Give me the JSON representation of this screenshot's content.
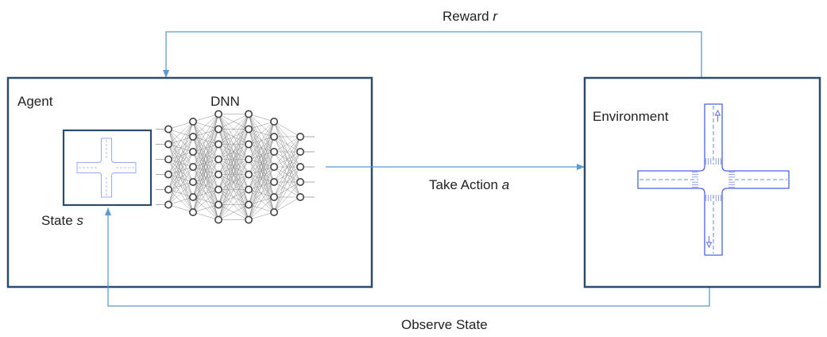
{
  "colors": {
    "box_border": "#2f4b6a",
    "arrow": "#5b9bd5",
    "road": "#4a63e0",
    "road_light": "#9aa9ef",
    "nn_line": "#8a8a8a",
    "nn_node": "#444444",
    "text": "#222222"
  },
  "labels": {
    "reward": "Reward",
    "reward_var": "r",
    "agent": "Agent",
    "dnn": "DNN",
    "environment": "Environment",
    "take_action": "Take Action",
    "action_var": "a",
    "state": "State",
    "state_var": "s",
    "observe_state": "Observe State"
  },
  "neural_network": {
    "layer_sizes": [
      6,
      7,
      8,
      8,
      7,
      5
    ]
  }
}
